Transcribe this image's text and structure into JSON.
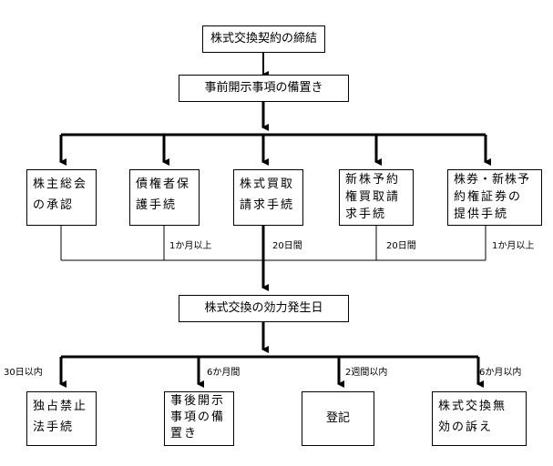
{
  "top": {
    "contract": "株式交換契約の締結",
    "disclosure": "事前開示事項の備置き"
  },
  "procedures": [
    {
      "lines": [
        "株主総会",
        "の承認"
      ]
    },
    {
      "lines": [
        "債権者保",
        "護手続"
      ]
    },
    {
      "lines": [
        "株式買取",
        "請求手続"
      ]
    },
    {
      "lines": [
        "新株予約",
        "権買取請",
        "求手続"
      ]
    },
    {
      "lines": [
        "株券・新株予",
        "約権証券の",
        "提供手続"
      ]
    }
  ],
  "deadlines_before": [
    "1か月以上",
    "20日間",
    "20日間",
    "1か月以上"
  ],
  "effective_date": "株式交換の効力発生日",
  "deadlines_after": [
    "30日以内",
    "6か月間",
    "2週間以内",
    "6か月以内"
  ],
  "after_steps": [
    {
      "lines": [
        "独占禁止",
        "法手続"
      ]
    },
    {
      "lines": [
        "事後開示",
        "事項の備",
        "置き"
      ]
    },
    {
      "lines": [
        "登記"
      ]
    },
    {
      "lines": [
        "株式交換無",
        "効の訴え"
      ]
    }
  ]
}
